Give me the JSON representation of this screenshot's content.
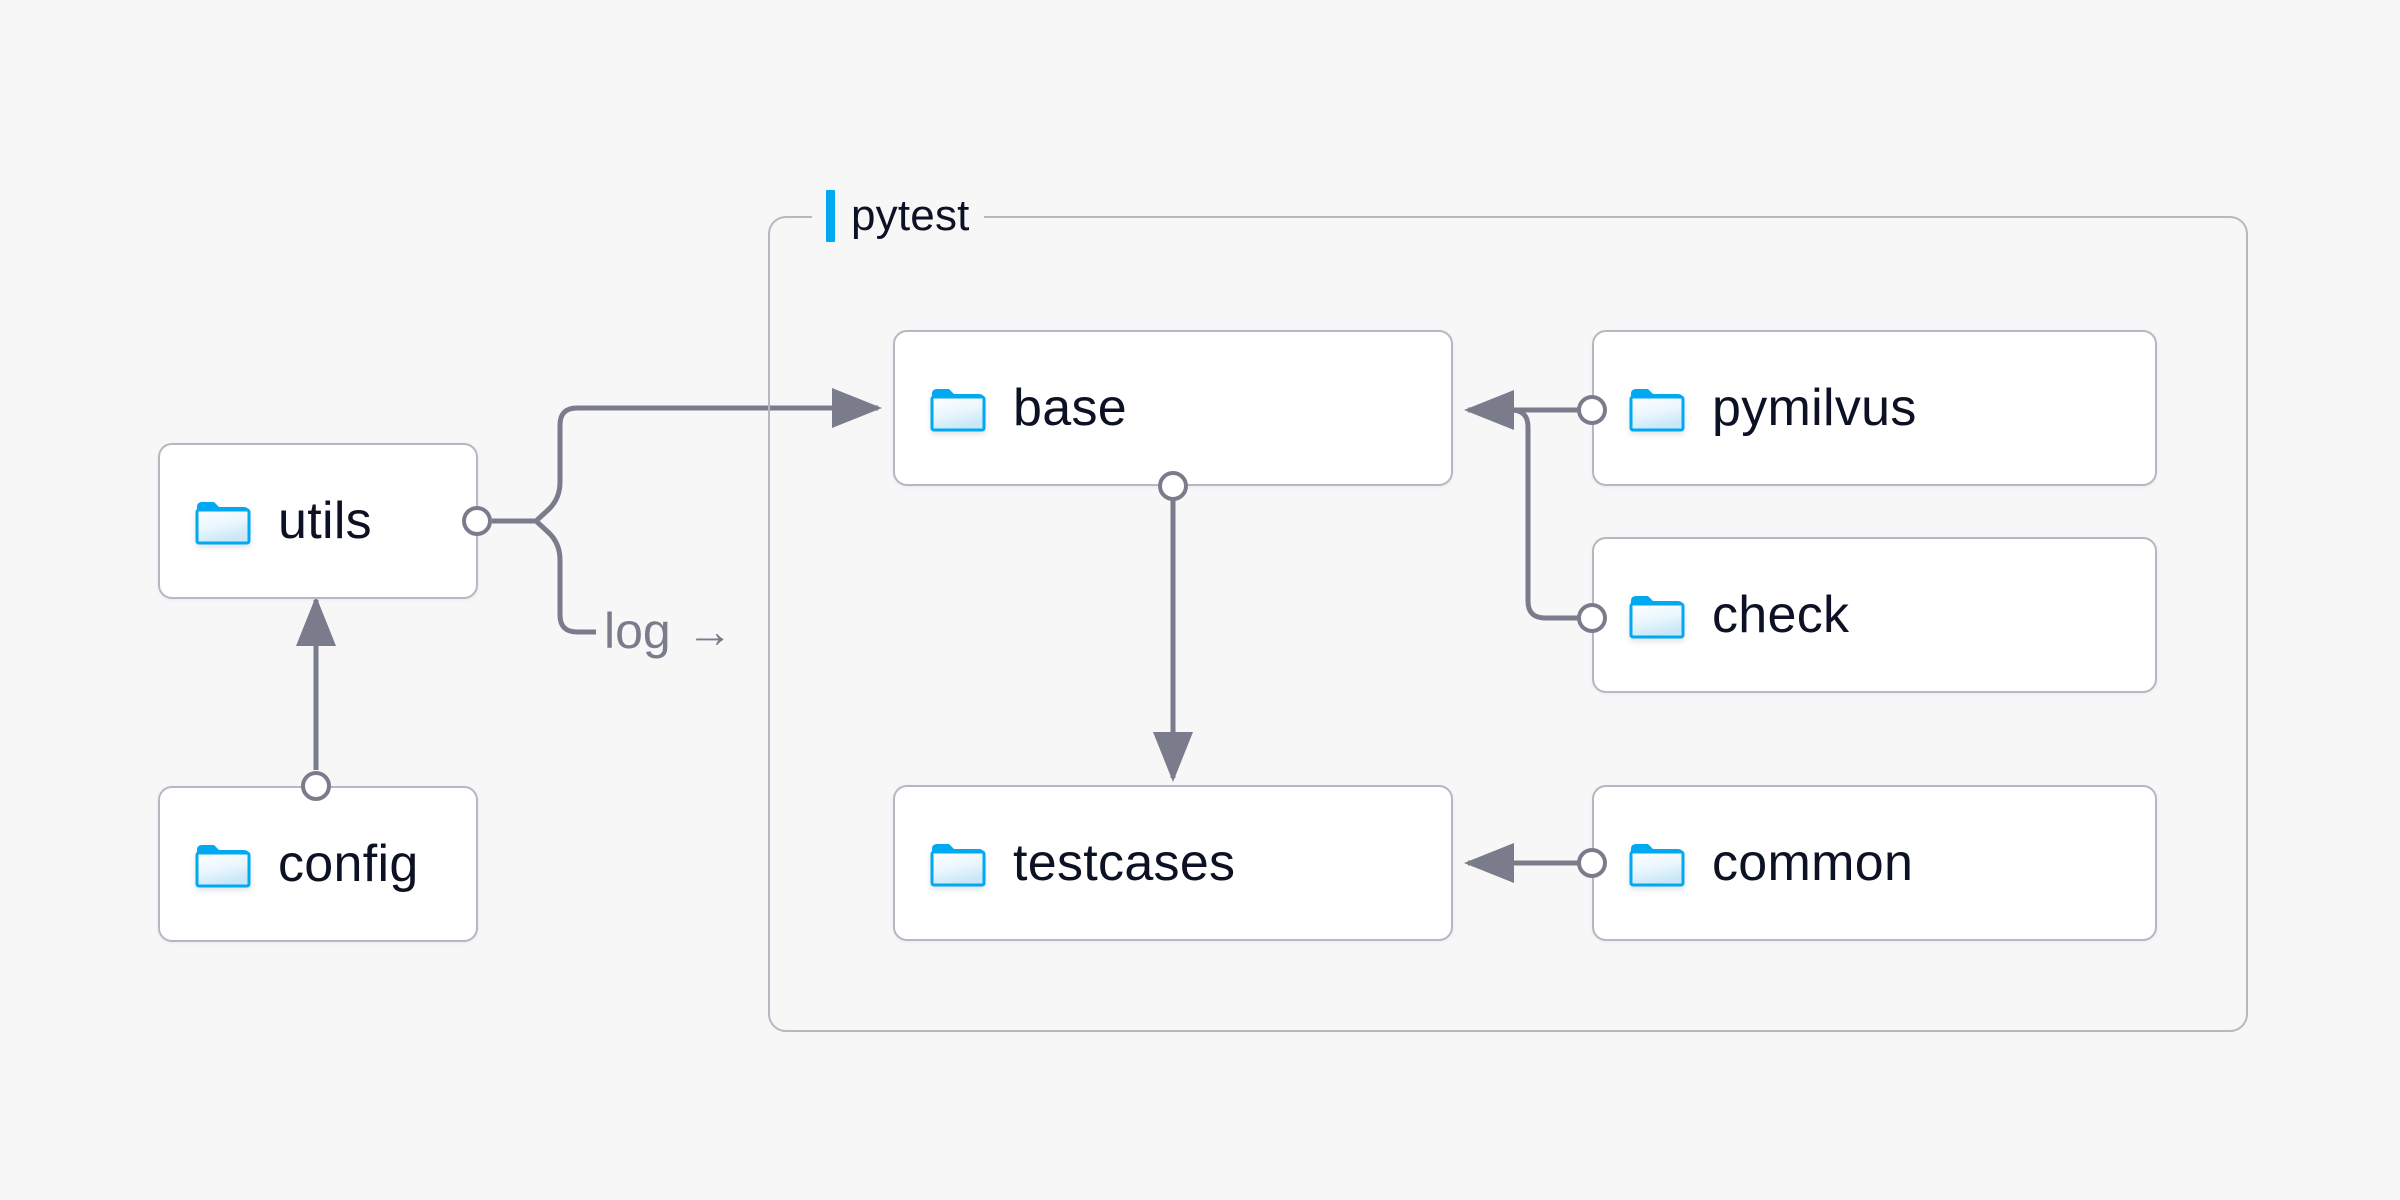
{
  "canvas": {
    "background": "#f7f7f8",
    "line_color": "#7a7c8c",
    "border_color": "#b7b7c2",
    "text_color": "#0d1124",
    "accent_color": "#00a9f0"
  },
  "group": {
    "title": "pytest",
    "accent_color": "#00a9f0"
  },
  "nodes": [
    {
      "id": "utils",
      "label": "utils",
      "icon": "folder-icon"
    },
    {
      "id": "config",
      "label": "config",
      "icon": "folder-icon"
    },
    {
      "id": "base",
      "label": "base",
      "icon": "folder-icon"
    },
    {
      "id": "testcases",
      "label": "testcases",
      "icon": "folder-icon"
    },
    {
      "id": "pymilvus",
      "label": "pymilvus",
      "icon": "folder-icon"
    },
    {
      "id": "check",
      "label": "check",
      "icon": "folder-icon"
    },
    {
      "id": "common",
      "label": "common",
      "icon": "folder-icon"
    }
  ],
  "edges": [
    {
      "id": "config-to-utils",
      "from": "config",
      "to": "utils",
      "label": ""
    },
    {
      "id": "utils-to-base",
      "from": "utils",
      "to": "base",
      "label": ""
    },
    {
      "id": "utils-to-log",
      "from": "utils",
      "to": "",
      "label": "log"
    },
    {
      "id": "base-to-testcases",
      "from": "base",
      "to": "testcases",
      "label": ""
    },
    {
      "id": "pymilvus-to-base",
      "from": "pymilvus",
      "to": "base",
      "label": ""
    },
    {
      "id": "check-to-base",
      "from": "check",
      "to": "base",
      "label": ""
    },
    {
      "id": "common-to-testcases",
      "from": "common",
      "to": "testcases",
      "label": ""
    }
  ],
  "edge_labels": {
    "log": "log",
    "log_arrow": "→"
  }
}
